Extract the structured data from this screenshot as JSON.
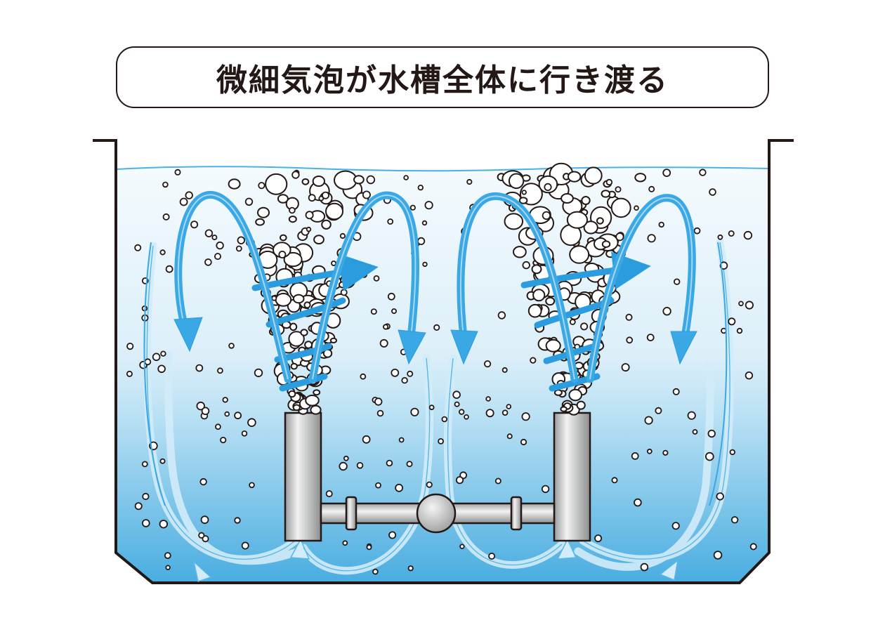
{
  "title": "微細気泡が水槽全体に行き渡る",
  "colors": {
    "outline": "#231815",
    "water_top": "#eef7fc",
    "water_bottom": "#4aaede",
    "arrow": "#3aa8e4",
    "arrow_light": "#bfe3f6",
    "bubble_stroke": "#231815",
    "pipe": "#c8c9ca"
  },
  "icons": [
    "bubble-nozzle",
    "flow-arrow",
    "pump"
  ]
}
